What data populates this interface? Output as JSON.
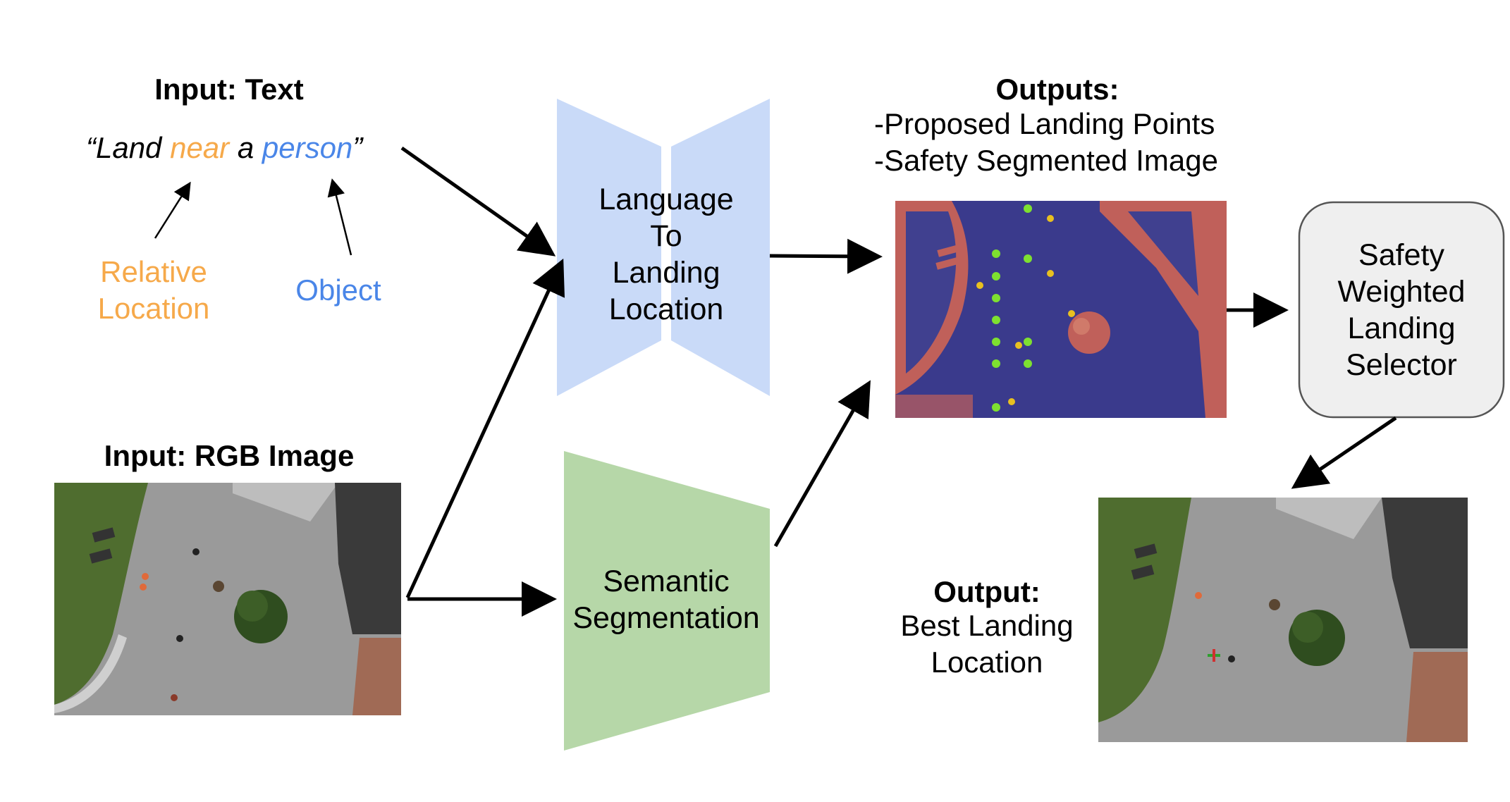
{
  "input_text": {
    "header": "Input: Text",
    "quote_open": "“Land ",
    "quote_near": "near",
    "quote_a": " a ",
    "quote_person": "person",
    "quote_close": "”",
    "relative_location_line1": "Relative",
    "relative_location_line2": "Location",
    "object_label": "Object"
  },
  "input_image": {
    "header": "Input: RGB Image"
  },
  "language_model": {
    "line1": "Language",
    "line2": "To",
    "line3": "Landing",
    "line4": "Location"
  },
  "segmentation_model": {
    "line1": "Semantic",
    "line2": "Segmentation"
  },
  "outputs": {
    "header": "Outputs:",
    "item1": "-Proposed Landing Points",
    "item2": "-Safety Segmented Image"
  },
  "selector": {
    "line1": "Safety",
    "line2": "Weighted",
    "line3": "Landing",
    "line4": "Selector"
  },
  "final_output": {
    "header": "Output:",
    "line1": "Best Landing",
    "line2": "Location"
  },
  "colors": {
    "near": "#f6a94a",
    "person": "#4a86e8",
    "language_box": "#c9daf8",
    "segmentation_box": "#b6d7a8",
    "selector_fill": "#efefef",
    "seg_background": "#3a3a8c",
    "seg_unsafe": "#c0605a",
    "landing_point": "#7ee030"
  }
}
